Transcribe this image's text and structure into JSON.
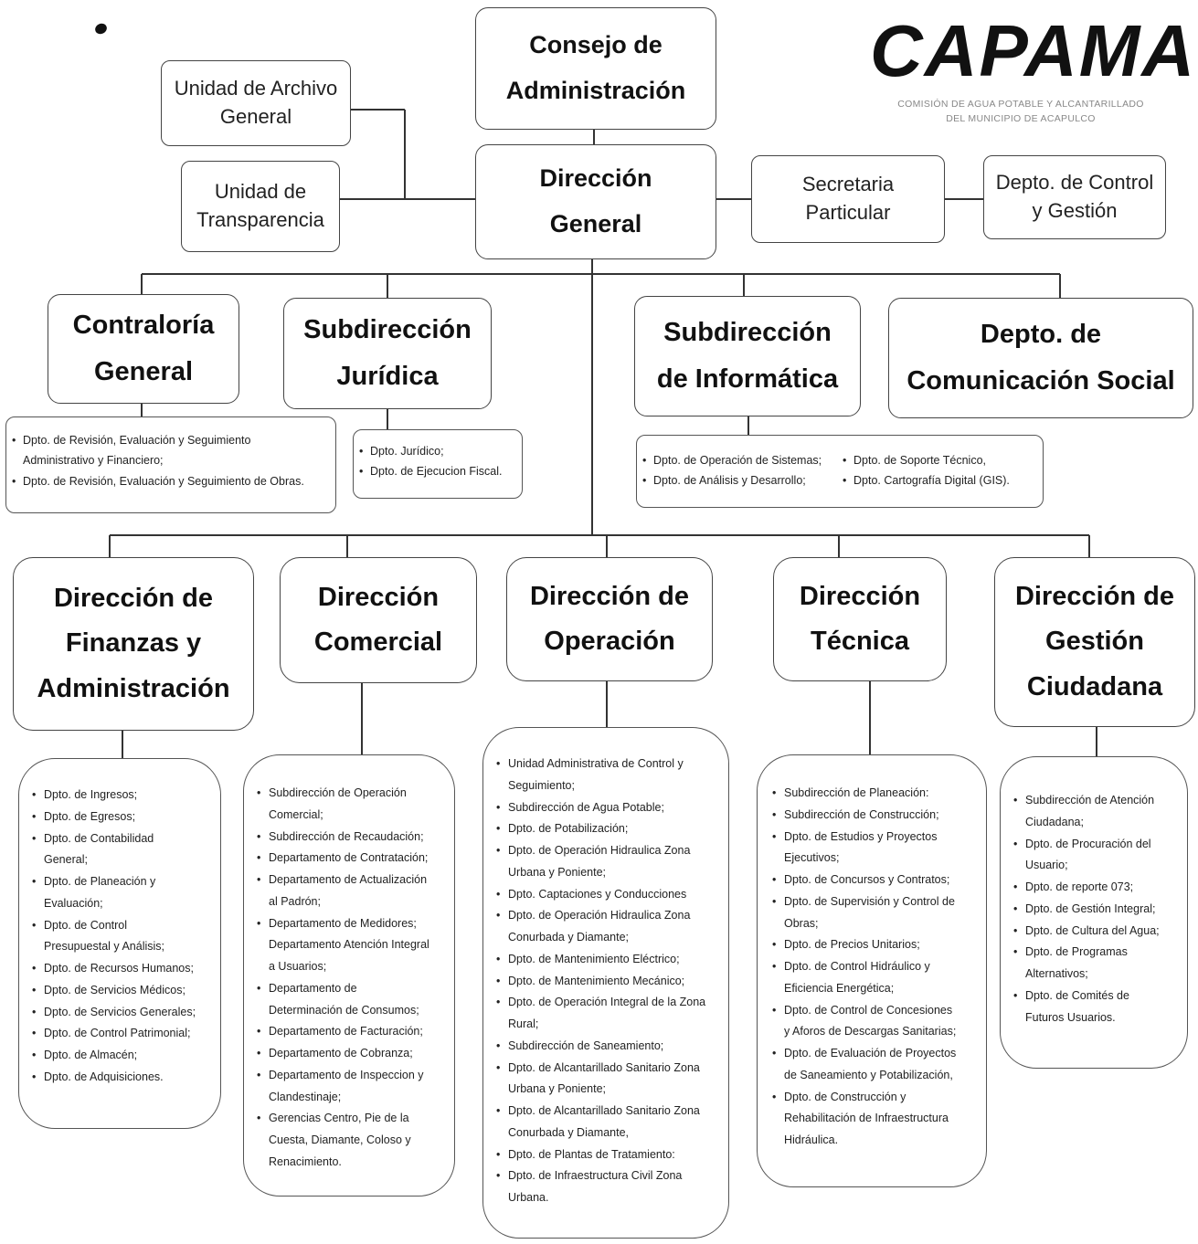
{
  "logo": {
    "name": "CAPAMA",
    "subtitle_line1": "COMISIÓN DE AGUA POTABLE Y ALCANTARILLADO",
    "subtitle_line2": "DEL MUNICIPIO DE ACAPULCO"
  },
  "nodes": {
    "consejo": "Consejo de\nAdministración",
    "direccion_general": "Dirección\nGeneral",
    "archivo": "Unidad de Archivo\nGeneral",
    "transparencia": "Unidad de\nTransparencia",
    "secretaria": "Secretaria\nParticular",
    "control_gestion": "Depto. de Control\ny Gestión",
    "contraloria": "Contraloría\nGeneral",
    "juridica": "Subdirección\nJurídica",
    "informatica": "Subdirección\nde Informática",
    "comunicacion": "Depto. de\nComunicación Social",
    "finanzas": "Dirección de\nFinanzas y\nAdministración",
    "comercial": "Dirección\nComercial",
    "operacion": "Dirección de\nOperación",
    "tecnica": "Dirección\nTécnica",
    "gestion_ciudadana": "Dirección de\nGestión\nCiudadana"
  },
  "sublists": {
    "contraloria": [
      "Dpto. de Revisión, Evaluación y Seguimiento\nAdministrativo y Financiero;",
      "Dpto. de Revisión, Evaluación y Seguimiento de Obras."
    ],
    "juridica": [
      "Dpto. Jurídico;",
      "Dpto. de Ejecucion Fiscal."
    ],
    "informatica_col1": [
      "Dpto. de Operación de Sistemas;",
      "Dpto. de Análisis y Desarrollo;"
    ],
    "informatica_col2": [
      "Dpto. de Soporte Técnico,",
      "Dpto. Cartografía Digital (GIS)."
    ]
  },
  "lists": {
    "finanzas": [
      "Dpto. de Ingresos;",
      "Dpto. de Egresos;",
      "Dpto. de Contabilidad\nGeneral;",
      "Dpto. de Planeación y\nEvaluación;",
      "Dpto. de Control\nPresupuestal y Análisis;",
      "Dpto. de Recursos Humanos;",
      "Dpto. de Servicios Médicos;",
      "Dpto. de Servicios Generales;",
      "Dpto. de Control Patrimonial;",
      "Dpto. de Almacén;",
      "Dpto. de Adquisiciones."
    ],
    "comercial": [
      "Subdirección de Operación\nComercial;",
      "Subdirección de Recaudación;",
      "Departamento de Contratación;",
      "Departamento de Actualización\nal Padrón;",
      "Departamento de Medidores;\nDepartamento Atención Integral\na Usuarios;",
      "Departamento de\nDeterminación de Consumos;",
      "Departamento de Facturación;",
      "Departamento de Cobranza;",
      "Departamento de Inspeccion y\nClandestinaje;",
      "Gerencias Centro, Pie de la\nCuesta, Diamante, Coloso y\nRenacimiento."
    ],
    "operacion": [
      "Unidad Administrativa de Control y\nSeguimiento;",
      "Subdirección de Agua Potable;",
      "Dpto. de Potabilización;",
      "Dpto. de Operación Hidraulica Zona\nUrbana y Poniente;",
      "Dpto. Captaciones y Conducciones",
      "Dpto. de Operación Hidraulica Zona\nConurbada y Diamante;",
      "Dpto. de Mantenimiento Eléctrico;",
      "Dpto. de Mantenimiento Mecánico;",
      "Dpto. de Operación Integral de la Zona\nRural;",
      "Subdirección de Saneamiento;",
      "Dpto. de Alcantarillado Sanitario Zona\nUrbana y Poniente;",
      "Dpto. de Alcantarillado Sanitario Zona\nConurbada y Diamante,",
      "Dpto. de Plantas de Tratamiento:",
      "Dpto. de Infraestructura Civil Zona\nUrbana."
    ],
    "tecnica": [
      "Subdirección de Planeación:",
      "Subdirección de Construcción;",
      "Dpto. de Estudios y Proyectos\nEjecutivos;",
      "Dpto. de Concursos y Contratos;",
      "Dpto. de Supervisión y Control de\nObras;",
      "Dpto. de Precios Unitarios;",
      "Dpto. de Control Hidráulico y\nEficiencia Energética;",
      "Dpto. de Control de Concesiones\ny Aforos de Descargas Sanitarias;",
      "Dpto. de Evaluación de Proyectos\nde Saneamiento y Potabilización,",
      "Dpto. de Construcción y\nRehabilitación de Infraestructura\nHidráulica."
    ],
    "gestion_ciudadana": [
      "Subdirección de Atención\nCiudadana;",
      "Dpto. de Procuración del\nUsuario;",
      "Dpto. de reporte 073;",
      "Dpto. de Gestión Integral;",
      "Dpto.  de Cultura del Agua;",
      "Dpto. de Programas\nAlternativos;",
      "Dpto. de Comités de\nFuturos Usuarios."
    ]
  }
}
